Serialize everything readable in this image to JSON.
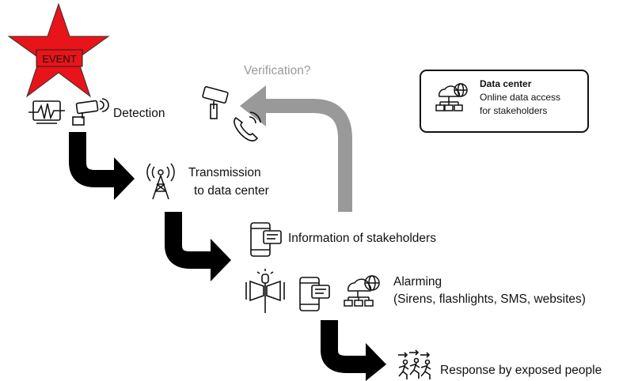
{
  "event_label": "EVENT",
  "verification_label": "Verification?",
  "detection_label": "Detection",
  "transmission_label": "Transmission",
  "transmission_label_2": "to  data center",
  "information_label": "Information of stakeholders",
  "alarming_label": "Alarming",
  "alarming_sub_label": "(Sirens, flashlights, SMS, websites)",
  "response_label": "Response by exposed people",
  "data_center": {
    "title": "Data center",
    "line1": "Online data access",
    "line2": "for stakeholders"
  },
  "colors": {
    "event_star": "#e8141a",
    "arrow_main": "#000000",
    "arrow_feedback": "#999999",
    "verification_text": "#9a9a9a"
  }
}
